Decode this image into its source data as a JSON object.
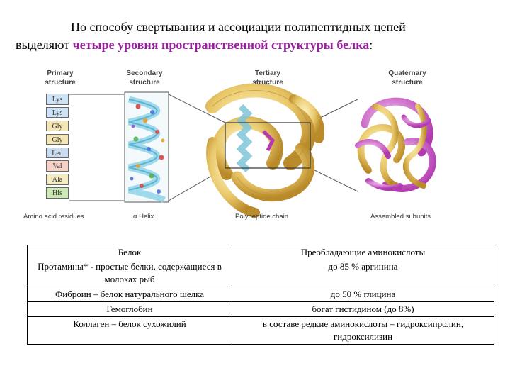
{
  "intro": {
    "line1": "По способу свертывания и ассоциации полипептидных цепей",
    "line2_prefix": "выделяют ",
    "line2_highlight": "четыре уровня пространственной структуры белка",
    "line2_suffix": ":"
  },
  "figure": {
    "labels": {
      "primary": "Primary structure",
      "secondary": "Secondary structure",
      "tertiary": "Tertiary structure",
      "quaternary": "Quaternary structure"
    },
    "captions": {
      "amino": "Amino acid residues",
      "helix": "α Helix",
      "chain": "Polypeptide chain",
      "subunits": "Assembled subunits"
    },
    "residues": [
      {
        "name": "Lys",
        "color": "#cfe3f6"
      },
      {
        "name": "Lys",
        "color": "#cfe3f6"
      },
      {
        "name": "Gly",
        "color": "#f3e6b4"
      },
      {
        "name": "Gly",
        "color": "#f3e6b4"
      },
      {
        "name": "Leu",
        "color": "#c9dcef"
      },
      {
        "name": "Val",
        "color": "#f6d2c6"
      },
      {
        "name": "Ala",
        "color": "#f4edc4"
      },
      {
        "name": "His",
        "color": "#cdeab6"
      }
    ]
  },
  "table": {
    "header": [
      "Белок",
      "Преобладающие аминокислоты"
    ],
    "rows": [
      {
        "protein": "Протамины* - простые белки, содержащиеся в молоках рыб",
        "amino": "до 85 % аргинина"
      },
      {
        "protein": "Фиброин – белок натурального шелка",
        "amino": "до 50 % глицина"
      },
      {
        "protein": "Гемоглобин",
        "amino": "богат гистидином (до 8%)"
      },
      {
        "protein": "Коллаген – белок сухожилий",
        "amino": "в составе редкие аминокислоты – гидроксипролин, гидроксилизин"
      }
    ]
  }
}
